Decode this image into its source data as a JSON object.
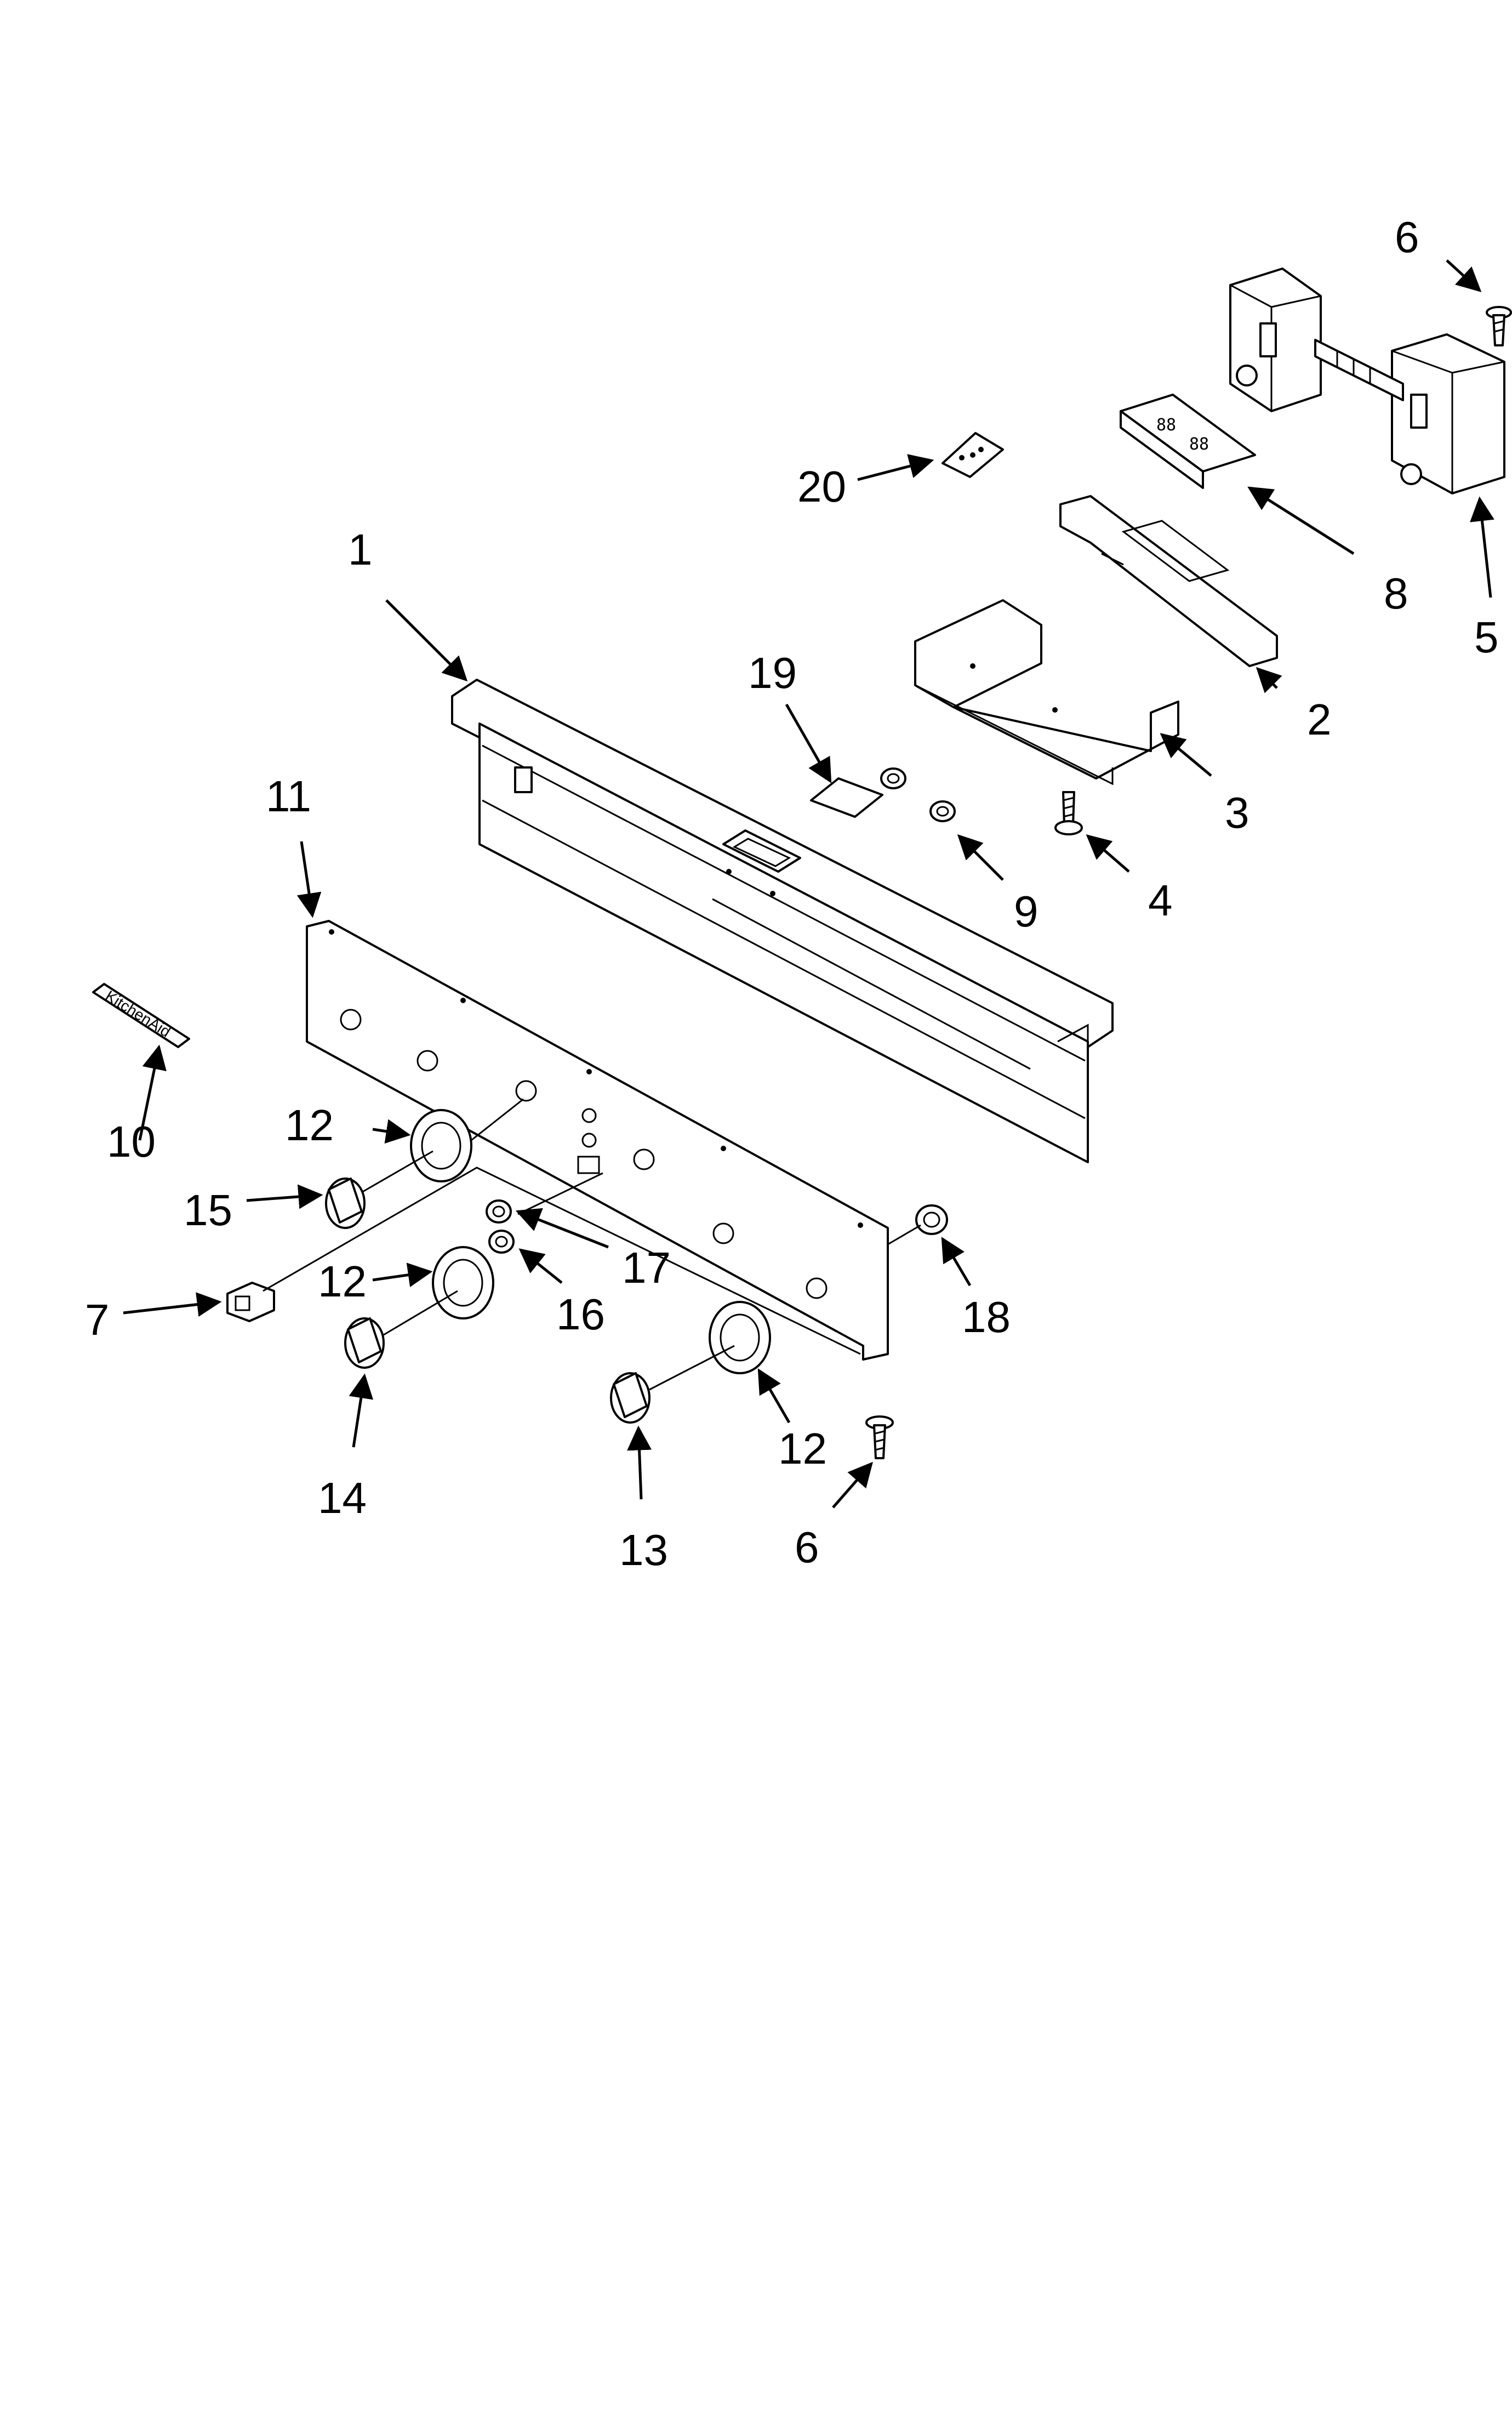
{
  "callouts": {
    "c1": "1",
    "c2": "2",
    "c3": "3",
    "c4": "4",
    "c5": "5",
    "c6a": "6",
    "c6b": "6",
    "c7": "7",
    "c8": "8",
    "c9": "9",
    "c10": "10",
    "c11": "11",
    "c12a": "12",
    "c12b": "12",
    "c12c": "12",
    "c13": "13",
    "c14": "14",
    "c15": "15",
    "c16": "16",
    "c17": "17",
    "c18": "18",
    "c19": "19",
    "c20": "20"
  },
  "logo": {
    "text": "KitchenAid"
  },
  "display": {
    "left": "88",
    "right": "88"
  }
}
